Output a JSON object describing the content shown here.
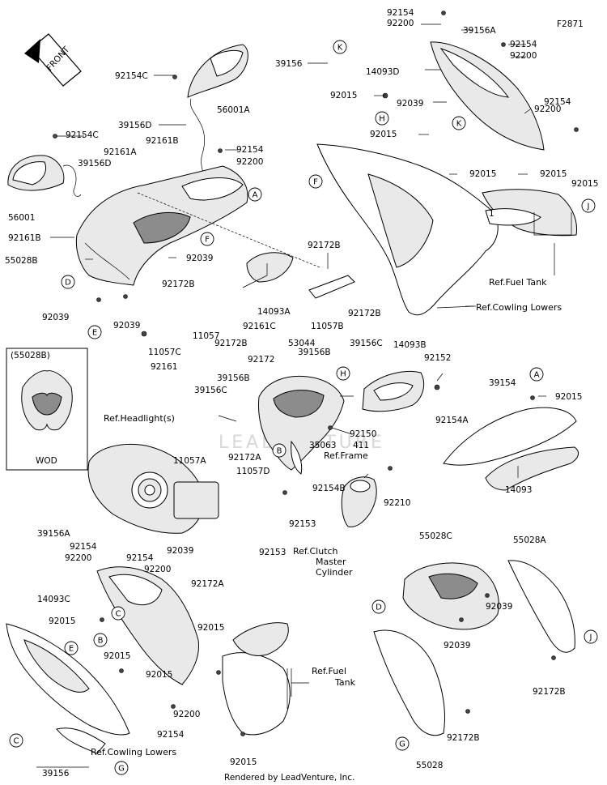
{
  "figure_code": "F2871",
  "footer": "Rendered by LeadVenture, Inc.",
  "watermark": "LEADVENTURE",
  "front_badge": "FRONT",
  "inset": {
    "title": "(55028B)",
    "caption": "WOD"
  },
  "labels": {
    "92154_a": "92154",
    "92200_a": "92200",
    "39156A_a": "39156A",
    "92154_b": "92154",
    "92200_b": "92200",
    "39156_k": "39156",
    "14093D": "14093D",
    "92015_a": "92015",
    "92039_a": "92039",
    "92200_c": "92200",
    "92154_c": "92154",
    "92015_b": "92015",
    "92015_c": "92015",
    "92015_d": "92015",
    "92015_e": "92015",
    "92154C_a": "92154C",
    "56001A": "56001A",
    "39156D_a": "39156D",
    "92154C_b": "92154C",
    "92161A": "92161A",
    "92161B_a": "92161B",
    "39156D_b": "39156D",
    "92154_d": "92154",
    "92200_d": "92200",
    "56001": "56001",
    "92161B_b": "92161B",
    "92039_b": "92039",
    "55028B": "55028B",
    "92172B_a": "92172B",
    "92172B_b": "92172B",
    "92039_c": "92039",
    "92039_d": "92039",
    "14093A": "14093A",
    "92161C": "92161C",
    "11057B": "11057B",
    "92172B_c": "92172B",
    "11057": "11057",
    "92172B_d": "92172B",
    "11057C": "11057C",
    "92161": "92161",
    "53044": "53044",
    "39156C_a": "39156C",
    "14093B": "14093B",
    "92172": "92172",
    "39156B_a": "39156B",
    "92152": "92152",
    "39156B_b": "39156B",
    "39156C_b": "39156C",
    "92154A": "92154A",
    "39154": "39154",
    "92015_f": "92015",
    "92150": "92150",
    "35063": "35063",
    "411": "411",
    "11057A": "11057A",
    "92172A_a": "92172A",
    "11057D": "11057D",
    "14093": "14093",
    "92210": "92210",
    "92154B": "92154B",
    "92153_a": "92153",
    "92153_b": "92153",
    "39156A_b": "39156A",
    "92154_e": "92154",
    "92200_e": "92200",
    "92154_f": "92154",
    "92200_f": "92200",
    "92039_e": "92039",
    "92172A_b": "92172A",
    "14093C": "14093C",
    "92015_g": "92015",
    "92015_h": "92015",
    "92015_i": "92015",
    "92015_j": "92015",
    "92200_g": "92200",
    "92154_g": "92154",
    "92015_k": "92015",
    "39156_c": "39156",
    "55028C": "55028C",
    "55028A": "55028A",
    "92039_f": "92039",
    "92039_g": "92039",
    "92172B_e": "92172B",
    "92172B_f": "92172B",
    "55028": "55028"
  },
  "refs": {
    "fuel_tank_a": "Ref.Fuel Tank",
    "cowling_lowers_a": "Ref.Cowling Lowers",
    "headlights": "Ref.Headlight(s)",
    "frame": "Ref.Frame",
    "clutch_1": "Ref.Clutch",
    "clutch_2": "Master",
    "clutch_3": "Cylinder",
    "fuel_tank_b1": "Ref.Fuel",
    "fuel_tank_b2": "Tank",
    "cowling_lowers_b": "Ref.Cowling Lowers"
  },
  "callouts": {
    "K1": "K",
    "H1": "H",
    "K2": "K",
    "F1": "F",
    "J1": "J",
    "A1": "A",
    "F2": "F",
    "D1": "D",
    "E1": "E",
    "H2": "H",
    "B1": "B",
    "A2": "A",
    "C1": "C",
    "B2": "B",
    "E2": "E",
    "D2": "D",
    "J2": "J",
    "G1": "G",
    "C2": "C",
    "G2": "G"
  },
  "inline_marks": {
    "one": "1"
  }
}
